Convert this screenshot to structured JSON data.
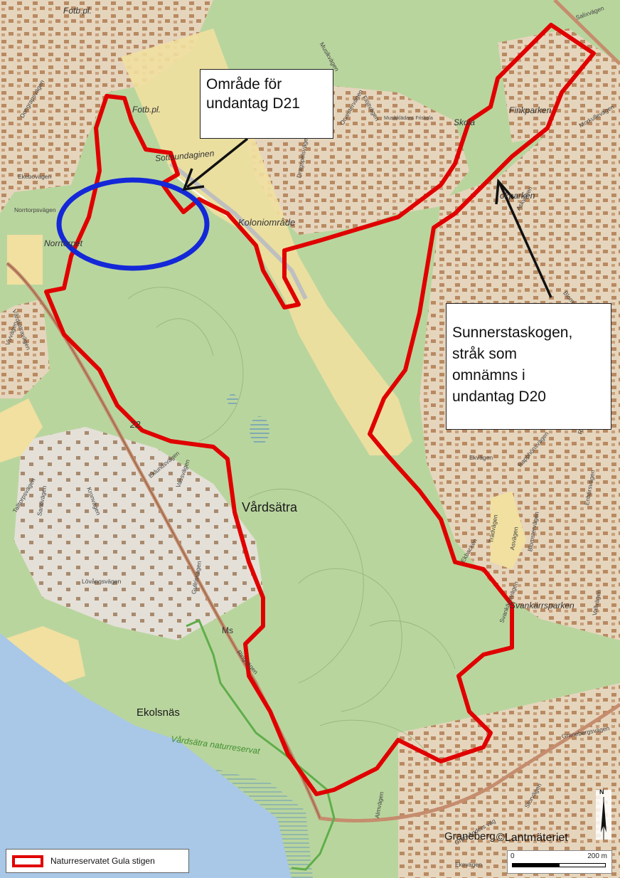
{
  "callouts": {
    "d21": {
      "lines": [
        "Område för",
        "undantag D21"
      ]
    },
    "d20": {
      "lines": [
        "Sunnerstaskogen,",
        "stråk som",
        "omnämns i",
        "undantag D20"
      ]
    }
  },
  "labels": {
    "place": {
      "fotb_top": "Fotb.pl.",
      "fotb_mid": "Fotb.pl.",
      "sotsundaginen": "Sottsundaginen",
      "koloniomrade": "Koloniområde",
      "norrtorpet": "Norrtorpet",
      "finkparken": "Finkparken",
      "skola": "Skola",
      "okparken": "okparken",
      "svankarrsparken": "Svankärrsparken",
      "musikskola": "Musikklädans Friskola",
      "vardsatra_naturreservat": "Vårdsätra naturreservat"
    },
    "major": {
      "vardsatra": "Vårdsätra",
      "ekolsnas": "Ekolsnäs",
      "graneberg": "Graneberg",
      "ms": "Ms",
      "num22": "22"
    },
    "street": {
      "dongrapsvagen": "Dongrapsvägen",
      "ekebovagen": "Ekebovägen",
      "norrtorpsvagen": "Norrtorpsvägen",
      "musikvagen": "Musikvägen",
      "flojtvagen": "Flöjtvägen",
      "orvestervagen": "Orvestervägen",
      "dragspelsvagen": "Dragspelsvägen",
      "salixvagen": "Salixvägen",
      "morkullevagen": "Morkullevägen",
      "askvagen": "Askvägen",
      "blomvagen": "Blomvägen",
      "vivvagen": "Vivvägen",
      "rapphönsvagen": "Rapphönsvägen",
      "ranvagen": "Ranvägen",
      "ekvagen": "Ekvägen",
      "tradvagen": "Trädvägen",
      "asvagen": "Asvägen",
      "blomstervagen": "Blomstervägen",
      "ekbacken": "Ekbacken",
      "svankarrsvagen": "Svankärrsvägen",
      "vallvagen": "Vallvägen",
      "enbarsvagen": "Enbärsvägen",
      "vardsatravagen": "Vårdsätravägen",
      "kronvagen": "Kronvägen",
      "eklundsvagen": "Eklundsvägen",
      "vassvagen": "Vassvägen",
      "talltorpsvagen": "Talltorpsvägen",
      "sandvagen": "Sandvägen",
      "lovangsvagen": "Lövångsvägen",
      "gullrisvagen": "Gullrisvägen",
      "granebergsvagen": "Granebergsvägen",
      "storvagen": "Storvägen",
      "ekevagen": "Ekevägen",
      "gran_anders": "Gran-Anders väg",
      "almvagen": "Almvägen",
      "ringvagen": "Ringvägen"
    }
  },
  "copyright": "©Lantmäteriet",
  "north": "N",
  "legend": {
    "label": "Naturreservatet Gula stigen",
    "swatch_color": "#e00000"
  },
  "scalebar": {
    "zero": "0",
    "max": "200 m"
  },
  "colors": {
    "forest": "#b5d19a",
    "built": "#e8d6bf",
    "field": "#f3e2a3",
    "water": "#a9c7e6",
    "boundary": "#e00000",
    "highlight": "#1428d8",
    "reserve_other": "#5fae4a"
  }
}
